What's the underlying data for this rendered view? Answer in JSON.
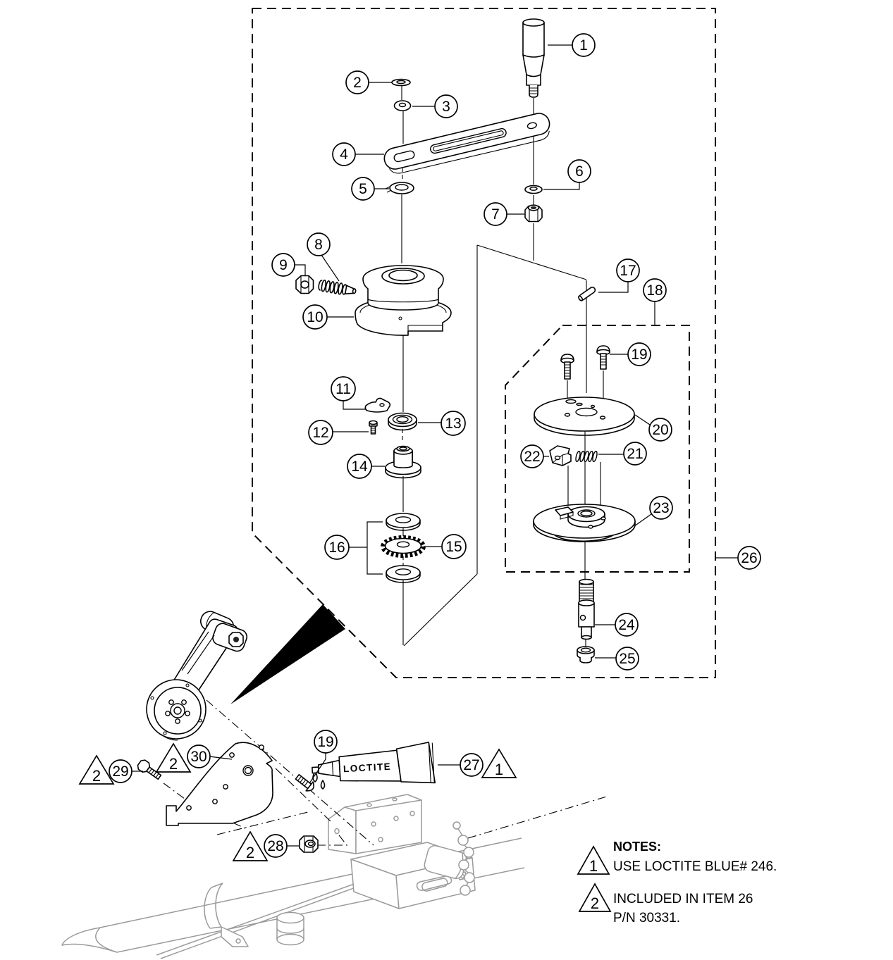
{
  "figure": {
    "type": "exploded-parts-diagram",
    "ink_color": "#000000",
    "frame_color": "#9a9a9a"
  },
  "callouts": {
    "1": "1",
    "2": "2",
    "3": "3",
    "4": "4",
    "5": "5",
    "6": "6",
    "7": "7",
    "8": "8",
    "9": "9",
    "10": "10",
    "11": "11",
    "12": "12",
    "13": "13",
    "14": "14",
    "15": "15",
    "16": "16",
    "17": "17",
    "18": "18",
    "19": "19",
    "20": "20",
    "21": "21",
    "22": "22",
    "23": "23",
    "24": "24",
    "25": "25",
    "26": "26",
    "27": "27",
    "28": "28",
    "29": "29",
    "30": "30"
  },
  "flags": {
    "1": "1",
    "2": "2"
  },
  "tube": {
    "brand": "LOCTITE"
  },
  "notes": {
    "heading": "NOTES:",
    "note1": {
      "flag": "1",
      "text": "USE LOCTITE BLUE# 246."
    },
    "note2": {
      "flag": "2",
      "line1": "INCLUDED IN ITEM 26",
      "line2": "P/N 30331."
    }
  }
}
